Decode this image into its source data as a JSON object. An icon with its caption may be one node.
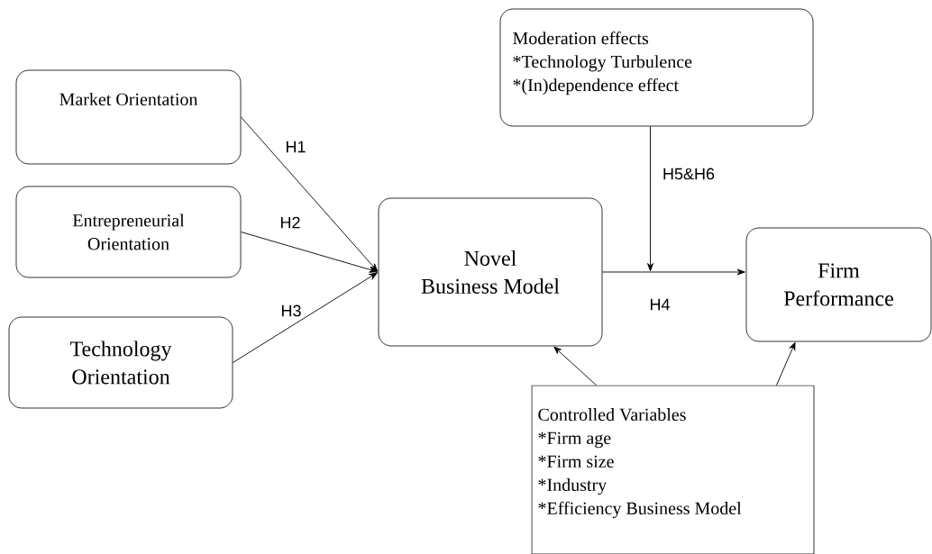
{
  "diagram": {
    "nodes": [
      {
        "text": [
          "Market Orientation"
        ]
      },
      {
        "text": [
          "Entrepreneurial Orientation"
        ]
      },
      {
        "text": [
          "Technology Orientation"
        ]
      },
      {
        "text": [
          "Novel Business Model"
        ]
      },
      {
        "text": [
          "Moderation effects",
          "*Technology Turbulence",
          "*(In)dependence effect"
        ]
      },
      {
        "text": [
          "Firm Performance"
        ]
      },
      {
        "text": [
          "Controlled Variables",
          "*Firm age",
          "*Firm size",
          "*Industry",
          "*Efficiency Business Model"
        ]
      }
    ],
    "edges": [
      {
        "from": 0,
        "to": 3,
        "arrow": "to",
        "label": "H1"
      },
      {
        "from": 1,
        "to": 3,
        "arrow": "to",
        "label": "H2"
      },
      {
        "from": 2,
        "to": 3,
        "arrow": "to",
        "label": "H3"
      },
      {
        "from": 3,
        "to": 5,
        "arrow": "to",
        "label": "H4"
      },
      {
        "from": 4,
        "to": null,
        "arrow": "to",
        "label": "H5&H6"
      },
      {
        "from": 6,
        "to": 3,
        "arrow": "to"
      },
      {
        "from": 6,
        "to": 5,
        "arrow": "to"
      }
    ]
  }
}
